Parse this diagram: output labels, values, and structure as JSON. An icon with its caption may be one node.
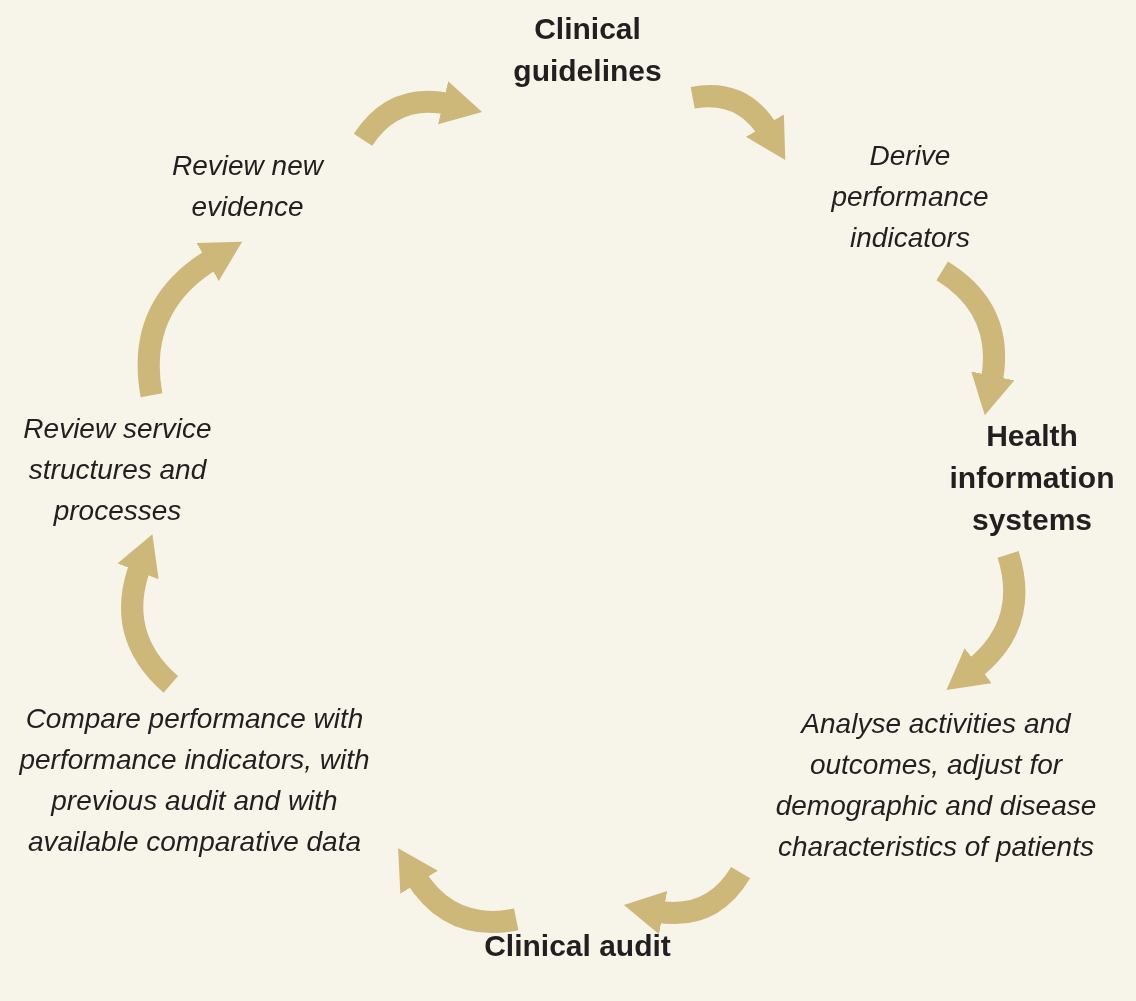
{
  "diagram": {
    "nodes": [
      {
        "text": [
          "Clinical guidelines"
        ]
      },
      {
        "text": [
          "Derive performance indicators"
        ]
      },
      {
        "text": [
          "Health information systems"
        ]
      },
      {
        "text": [
          "Analyse activities and outcomes, adjust for demographic and disease characteristics of patients"
        ]
      },
      {
        "text": [
          "Clinical audit"
        ]
      },
      {
        "text": [
          "Compare performance with performance indicators, with previous audit and with available comparative data"
        ]
      },
      {
        "text": [
          "Review service structures and processes"
        ]
      },
      {
        "text": [
          "Review new evidence"
        ]
      }
    ],
    "edges": [
      {
        "from": 0,
        "to": 1,
        "arrow": "to"
      },
      {
        "from": 1,
        "to": 2,
        "arrow": "to"
      },
      {
        "from": 2,
        "to": 3,
        "arrow": "to"
      },
      {
        "from": 3,
        "to": 4,
        "arrow": "to"
      },
      {
        "from": 4,
        "to": 5,
        "arrow": "to"
      },
      {
        "from": 5,
        "to": 6,
        "arrow": "to"
      },
      {
        "from": 6,
        "to": 7,
        "arrow": "to"
      },
      {
        "from": 7,
        "to": 0,
        "arrow": "to"
      }
    ]
  }
}
